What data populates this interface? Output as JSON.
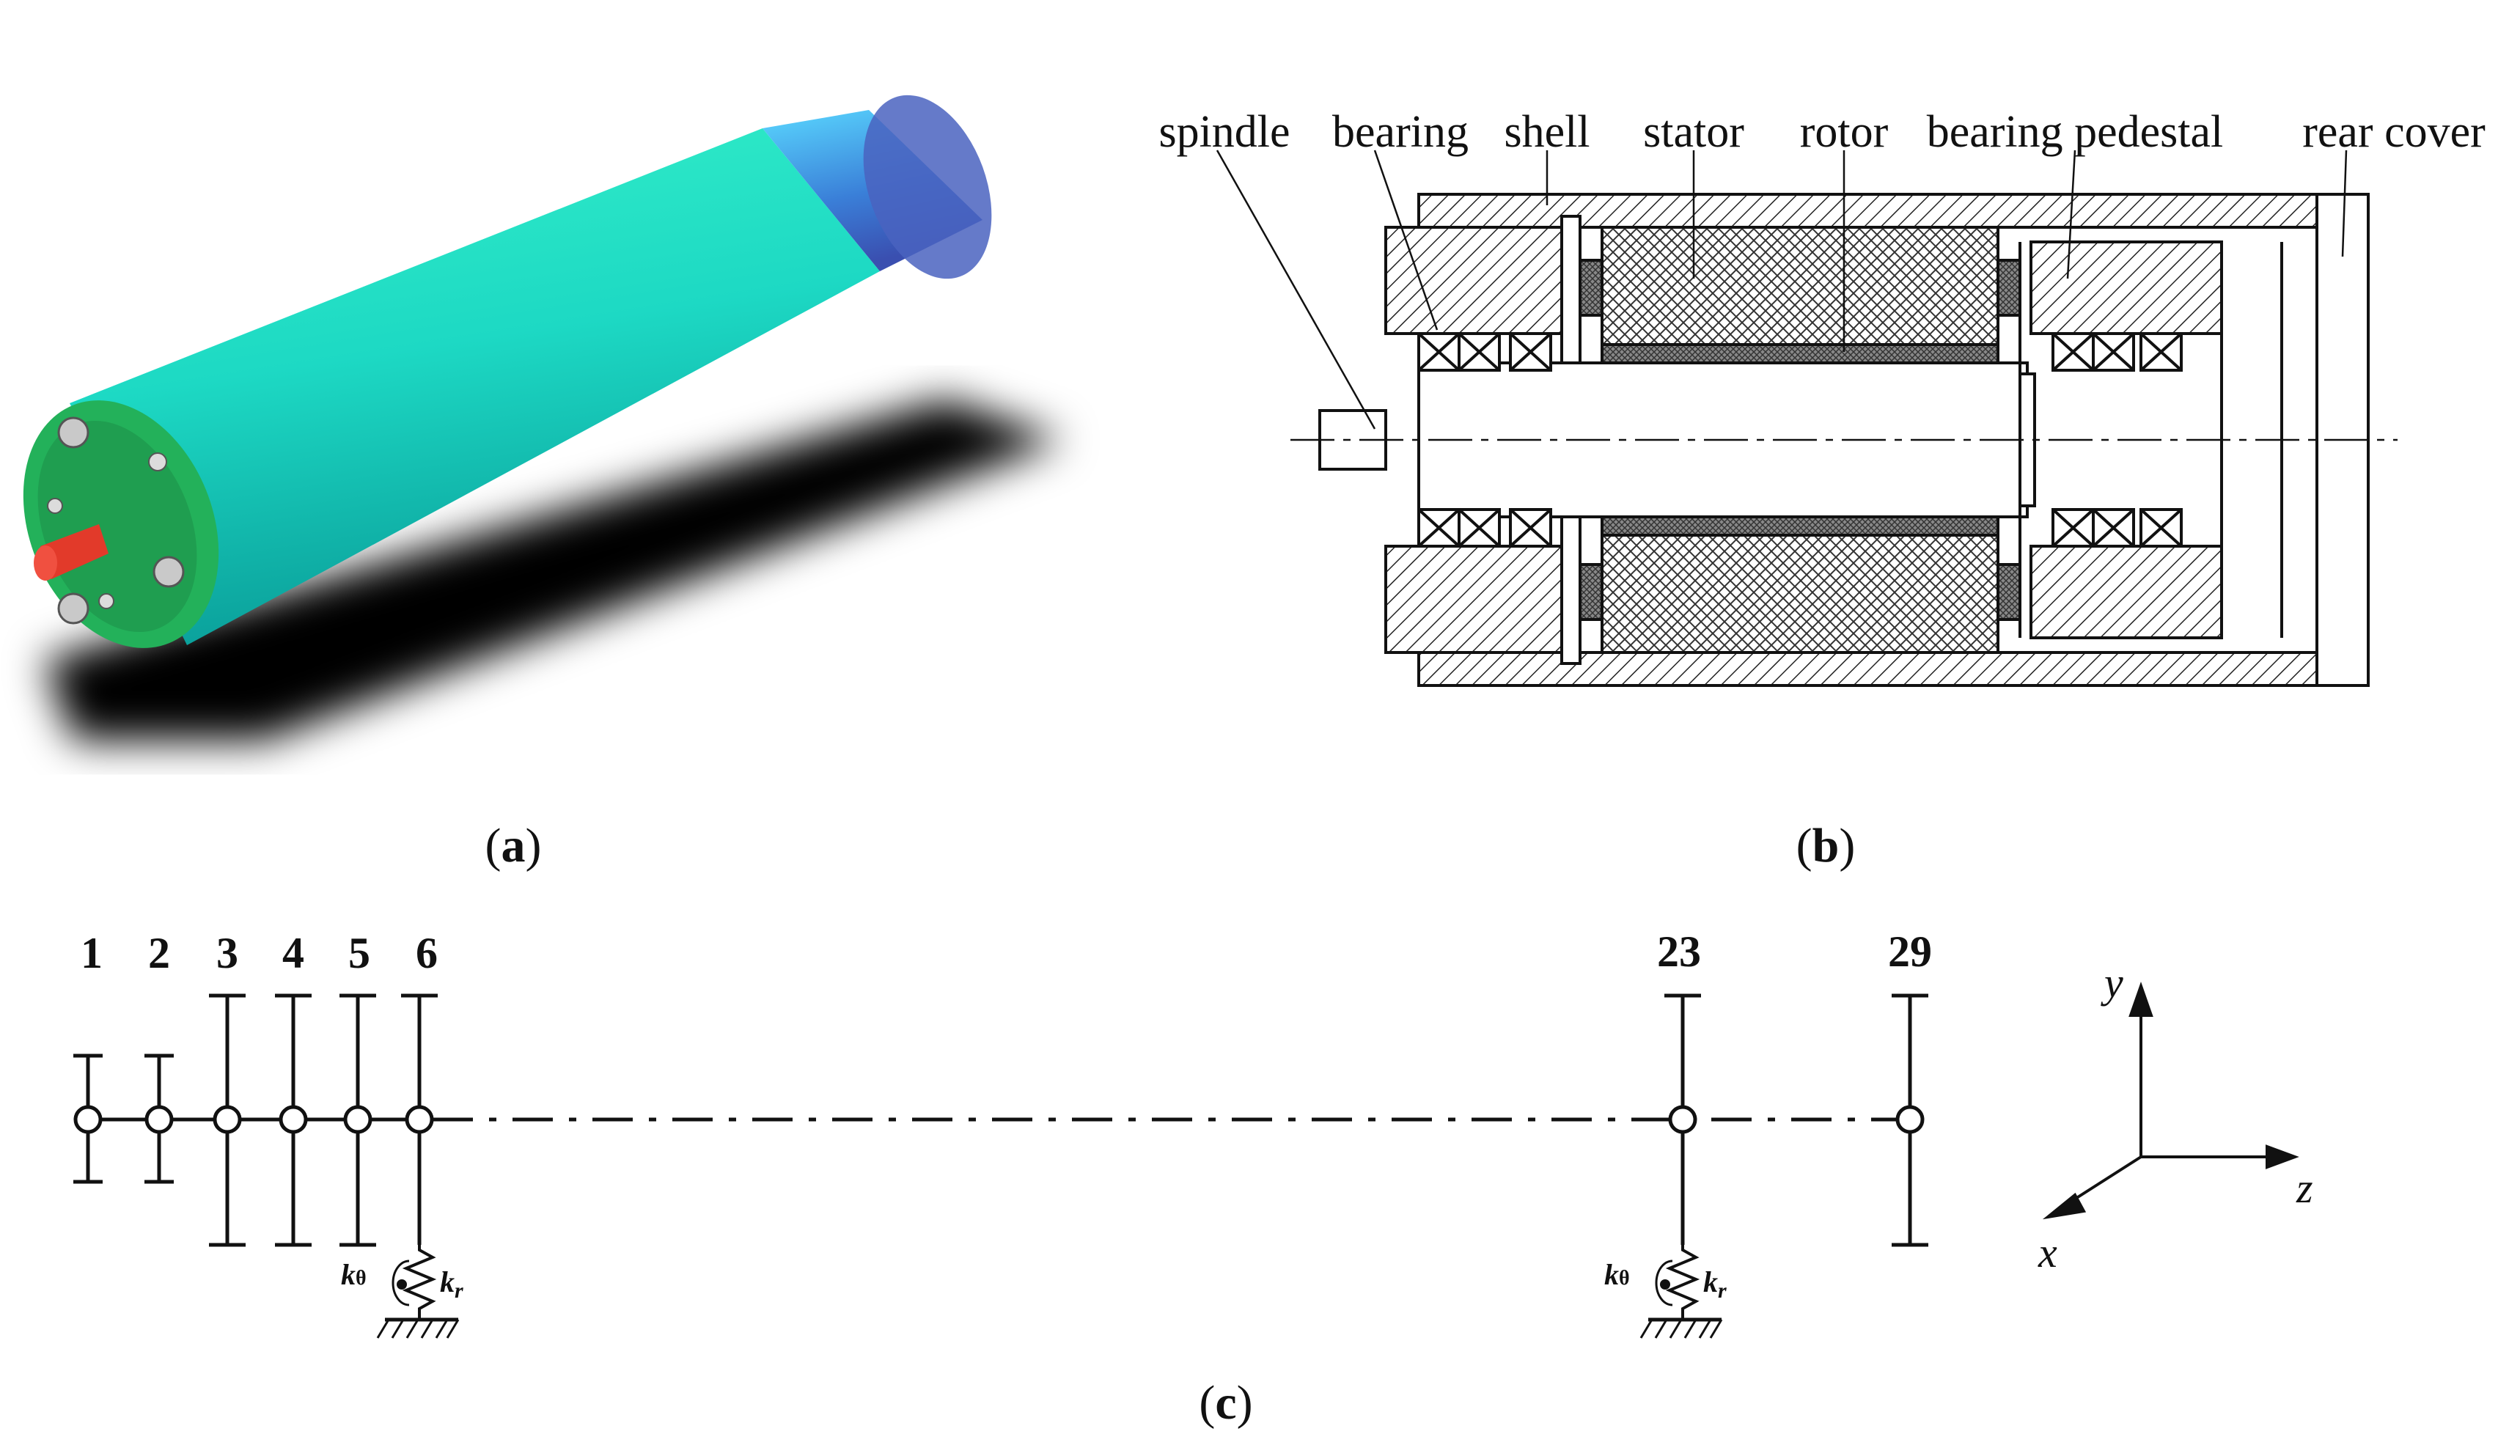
{
  "panel_a": {
    "caption": "a"
  },
  "panel_b": {
    "caption": "b",
    "labels": {
      "spindle": "spindle",
      "bearing": "bearing",
      "shell": "shell",
      "stator": "stator",
      "rotor": "rotor",
      "bearing_pedestal": "bearing pedestal",
      "rear_cover": "rear cover"
    }
  },
  "panel_c": {
    "caption": "c",
    "nodes": [
      "1",
      "2",
      "3",
      "4",
      "5",
      "6",
      "23",
      "29"
    ],
    "support_left": {
      "k_theta": "k",
      "k_theta_sub": "θ",
      "k_r": "k",
      "k_r_sub": "r"
    },
    "support_right": {
      "k_theta": "k",
      "k_theta_sub": "θ",
      "k_r": "k",
      "k_r_sub": "r"
    },
    "axes": {
      "y": "y",
      "z": "z",
      "x": "x"
    }
  },
  "colors": {
    "motor_body": "#1fe0b8",
    "motor_cap": "#3d8fe0",
    "end_plate": "#22aa55",
    "shaft": "#e03030"
  }
}
